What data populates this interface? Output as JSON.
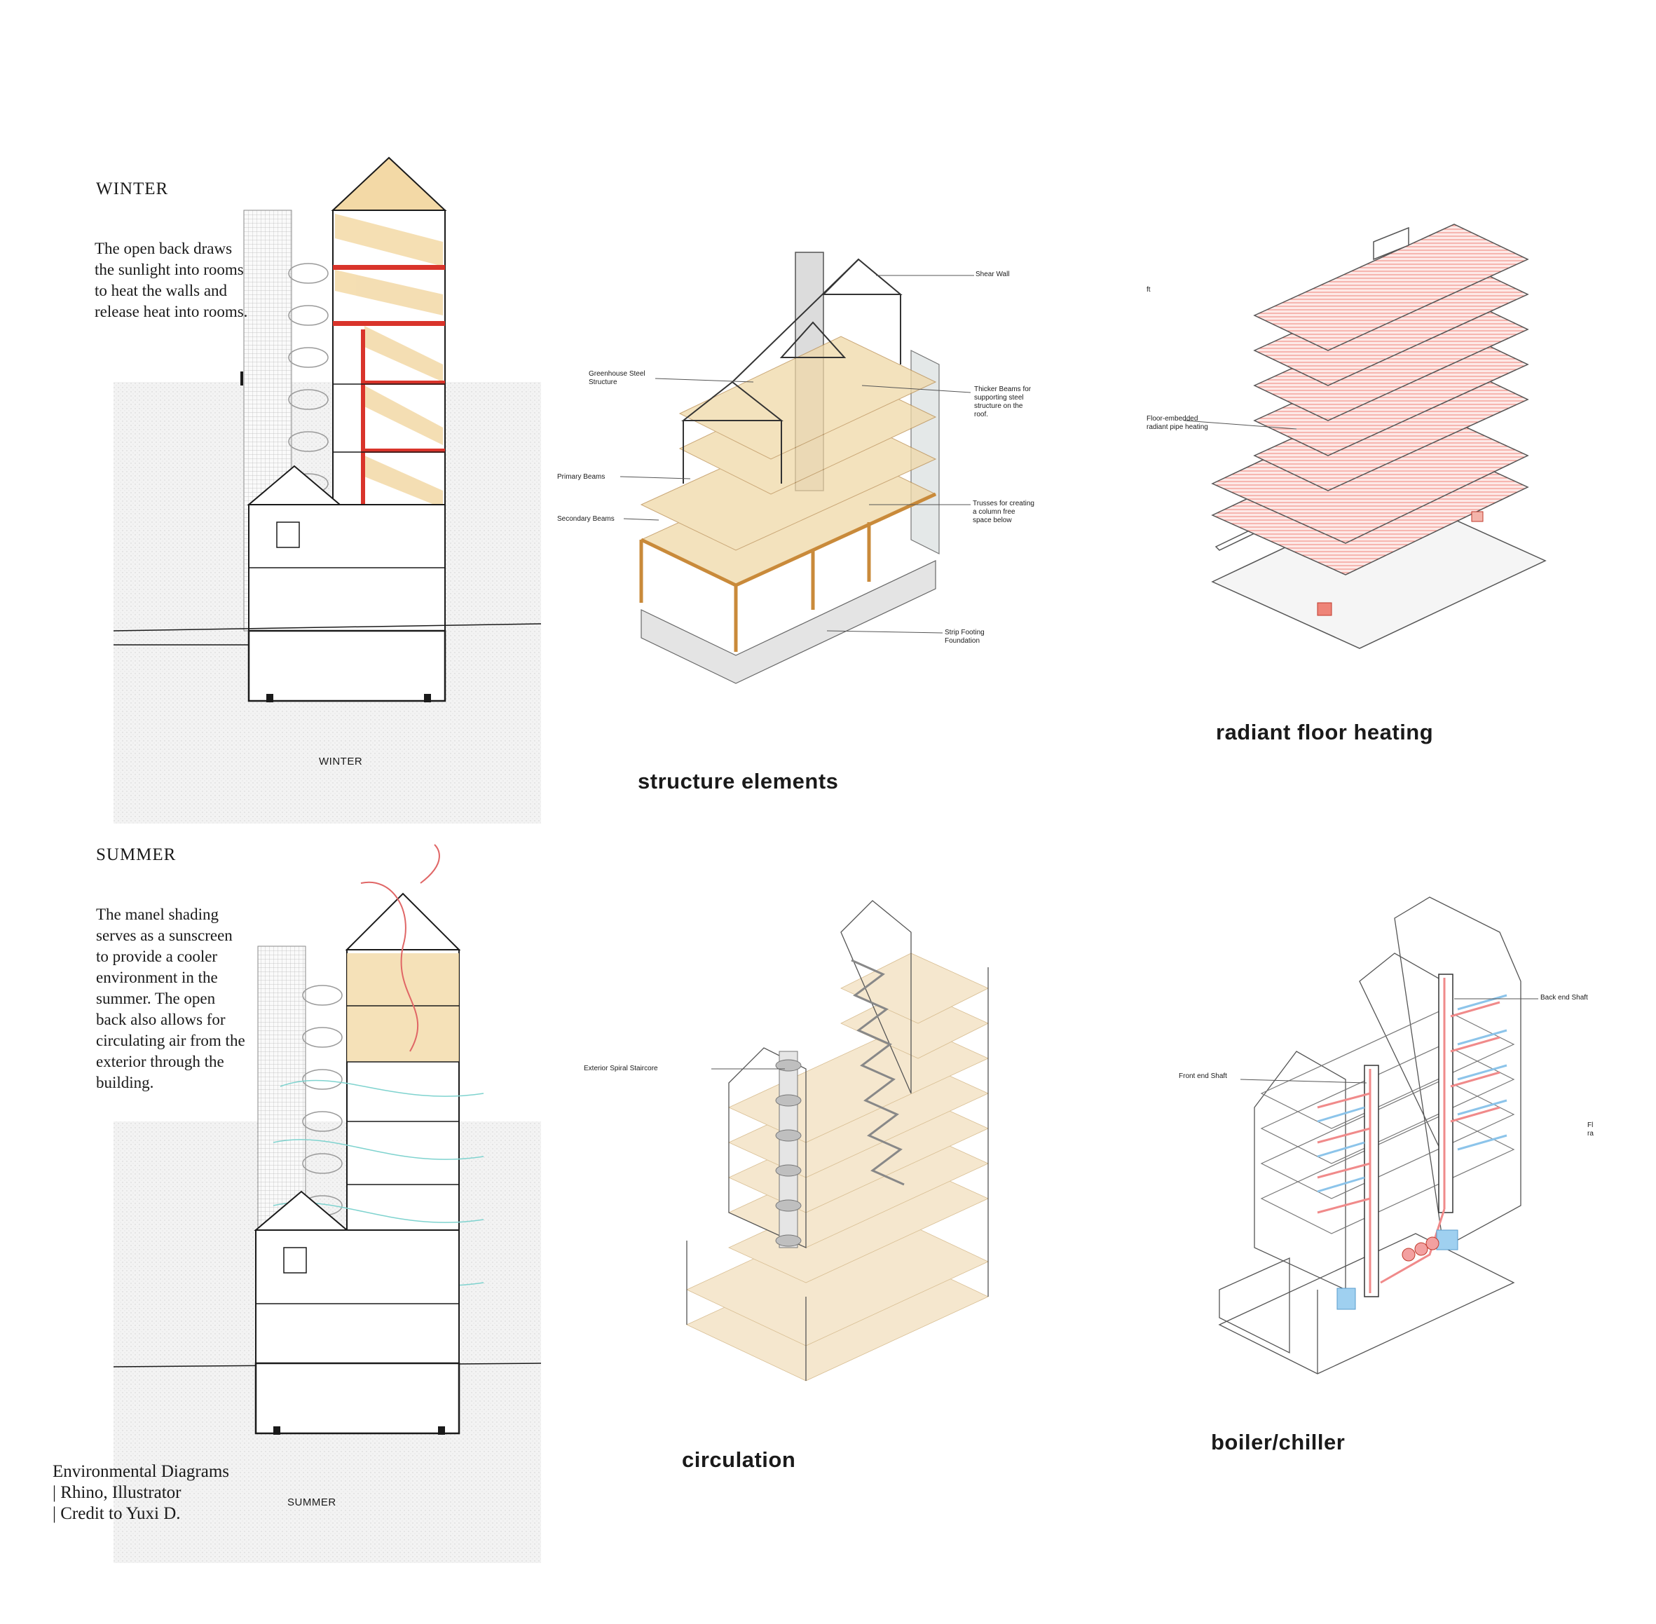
{
  "winter": {
    "title": "WINTER",
    "body": "The open back draws\nthe sunlight into rooms\nto heat the walls and\nrelease heat into rooms.",
    "caption": "WINTER"
  },
  "summer": {
    "title": "SUMMER",
    "body": "The manel shading\nserves as a sunscreen\nto provide a cooler\nenvironment in the\nsummer. The open\nback also allows for\ncirculating air from the\nexterior through the\nbuilding.",
    "caption": "SUMMER"
  },
  "credit": {
    "text": "Environmental Diagrams\n| Rhino, Illustrator\n| Credit to Yuxi D."
  },
  "structure": {
    "title": "structure elements",
    "labels": {
      "shear_wall": "Shear Wall",
      "greenhouse": "Greenhouse Steel\nStructure",
      "thicker_beams": "Thicker Beams for\nsupporting steel\nstructure on the\nroof.",
      "primary_beams": "Primary Beams",
      "secondary_beams": "Secondary Beams",
      "trusses": "Trusses for creating\na column free\nspace below",
      "strip_footing": "Strip Footing\nFoundation"
    }
  },
  "radiant": {
    "title": "radiant floor heating",
    "labels": {
      "ft": "ft",
      "floor_embedded": "Floor-embedded\nradiant pipe heating"
    }
  },
  "circulation": {
    "title": "circulation",
    "labels": {
      "spiral": "Exterior Spiral Staircore"
    }
  },
  "boiler": {
    "title": "boiler/chiller",
    "labels": {
      "back_end": "Back end Shaft",
      "front_end": "Front end Shaft",
      "cut_off": "Fl\nra"
    }
  },
  "colors": {
    "ink": "#1a1a1a",
    "warm_fill": "#f3d9a6",
    "heat_red": "#d9342b",
    "pipe_pink": "#f08a8a",
    "pipe_blue": "#8cc4ea",
    "beam_orange": "#c98a3a",
    "ground": "#ececec"
  }
}
